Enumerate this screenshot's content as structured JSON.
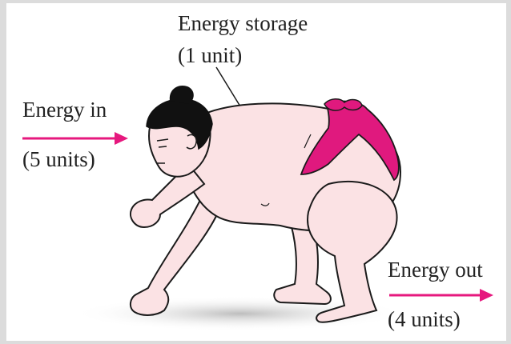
{
  "labels": {
    "storage_title": "Energy storage",
    "storage_value": "(1 unit)",
    "in_title": "Energy in",
    "in_value": "(5 units)",
    "out_title": "Energy out",
    "out_value": "(4 units)"
  },
  "colors": {
    "arrow": "#e6187e",
    "skin": "#fbe2e4",
    "outline": "#1a1a1a",
    "belt": "#e0197e",
    "hair": "#111111",
    "shadow": "#cfcfcf",
    "background": "#dcdcdc"
  }
}
